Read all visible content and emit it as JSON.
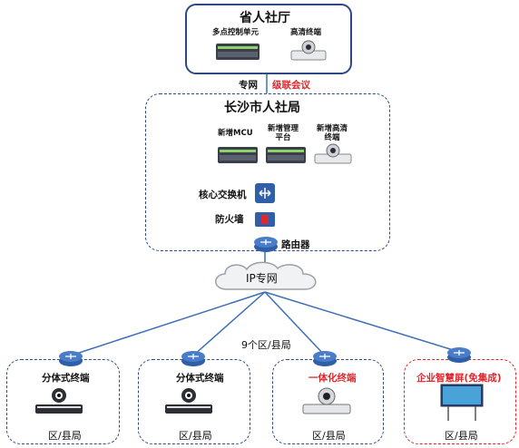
{
  "province": {
    "title": "省人社厅",
    "devices": [
      "多点控制单元",
      "高清终端"
    ]
  },
  "link": {
    "dedicated": "专网",
    "cascade": "级联会议"
  },
  "city": {
    "title": "长沙市人社局",
    "devices": [
      "新增MCU",
      "新增管理平台",
      "新增高清终端"
    ],
    "device_lines": [
      [
        "新增MCU"
      ],
      [
        "新增管理",
        "平台"
      ],
      [
        "新增高清",
        "终端"
      ]
    ],
    "core_switch": "核心交换机",
    "firewall": "防火墙",
    "router": "路由器"
  },
  "network": {
    "cloud_label": "IP专网",
    "branch_count": "9个区/县局"
  },
  "branches": [
    {
      "terminal": "分体式终端",
      "office": "区/县局",
      "highlight": false
    },
    {
      "terminal": "分体式终端",
      "office": "区/县局",
      "highlight": false
    },
    {
      "terminal": "一体化终端",
      "office": "区/县局",
      "highlight": true
    },
    {
      "terminal": "企业智慧屏(免集成)",
      "office": "区/县局",
      "highlight": true
    }
  ],
  "colors": {
    "frame": "#2e4a86",
    "accent_red": "#e0252b",
    "line_blue": "#3d6fb4"
  }
}
